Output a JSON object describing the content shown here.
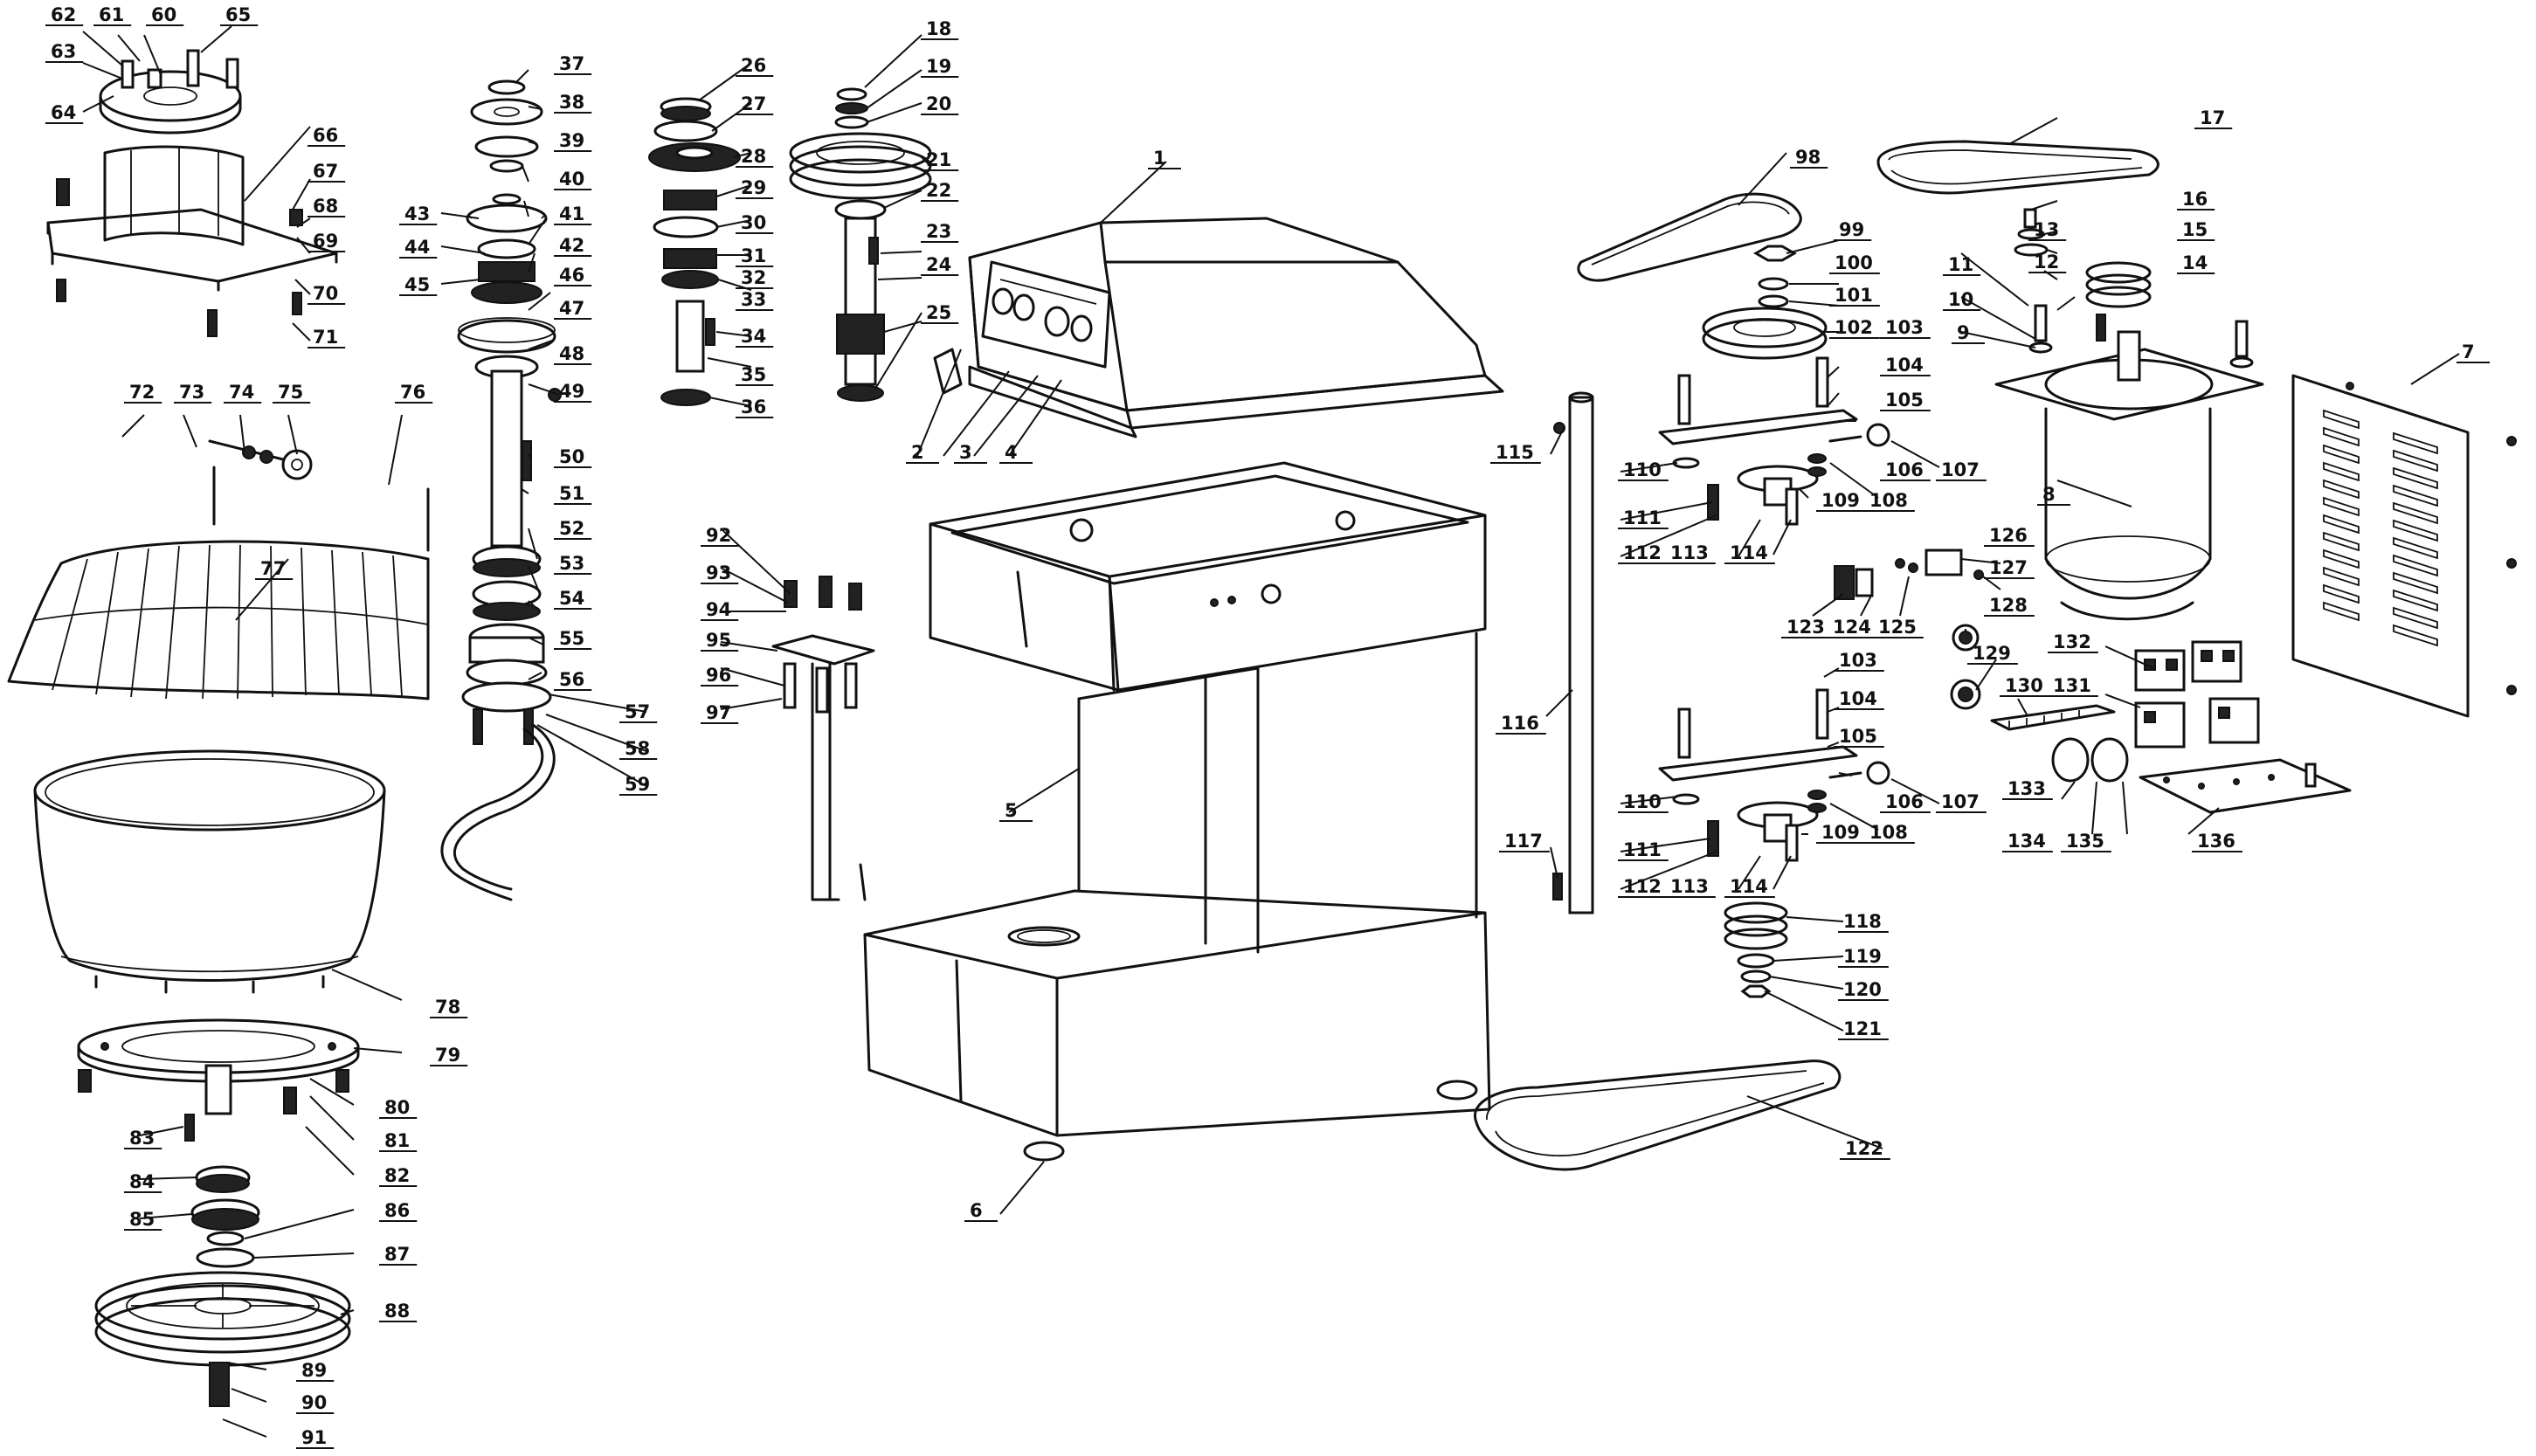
{
  "labels": {
    "n1": "1",
    "n2": "2",
    "n3": "3",
    "n4": "4",
    "n5": "5",
    "n6": "6",
    "n7": "7",
    "n8": "8",
    "n9": "9",
    "n10": "10",
    "n11": "11",
    "n12": "12",
    "n13": "13",
    "n14": "14",
    "n15": "15",
    "n16": "16",
    "n17": "17",
    "n18": "18",
    "n19": "19",
    "n20": "20",
    "n21": "21",
    "n22": "22",
    "n23": "23",
    "n24": "24",
    "n25": "25",
    "n26": "26",
    "n27": "27",
    "n28": "28",
    "n29": "29",
    "n30": "30",
    "n31": "31",
    "n32": "32",
    "n33": "33",
    "n34": "34",
    "n35": "35",
    "n36": "36",
    "n37": "37",
    "n38": "38",
    "n39": "39",
    "n40": "40",
    "n41": "41",
    "n42": "42",
    "n43": "43",
    "n44": "44",
    "n45": "45",
    "n46": "46",
    "n47": "47",
    "n48": "48",
    "n49": "49",
    "n50": "50",
    "n51": "51",
    "n52": "52",
    "n53": "53",
    "n54": "54",
    "n55": "55",
    "n56": "56",
    "n57": "57",
    "n58": "58",
    "n59": "59",
    "n60": "60",
    "n61": "61",
    "n62": "62",
    "n63": "63",
    "n64": "64",
    "n65": "65",
    "n66": "66",
    "n67": "67",
    "n68": "68",
    "n69": "69",
    "n70": "70",
    "n71": "71",
    "n72": "72",
    "n73": "73",
    "n74": "74",
    "n75": "75",
    "n76": "76",
    "n77": "77",
    "n78": "78",
    "n79": "79",
    "n80": "80",
    "n81": "81",
    "n82": "82",
    "n83": "83",
    "n84": "84",
    "n85": "85",
    "n86": "86",
    "n87": "87",
    "n88": "88",
    "n89": "89",
    "n90": "90",
    "n91": "91",
    "n92": "92",
    "n93": "93",
    "n94": "94",
    "n95": "95",
    "n96": "96",
    "n97": "97",
    "n98": "98",
    "n99": "99",
    "n100": "100",
    "n101": "101",
    "n102": "102",
    "n103": "103",
    "n104": "104",
    "n105": "105",
    "n106": "106",
    "n107": "107",
    "n108": "108",
    "n109": "109",
    "n110": "110",
    "n111": "111",
    "n112": "112",
    "n113": "113",
    "n114": "114",
    "n115": "115",
    "n116": "116",
    "n117": "117",
    "n118": "118",
    "n119": "119",
    "n120": "120",
    "n121": "121",
    "n122": "122",
    "n123": "123",
    "n124": "124",
    "n125": "125",
    "n126": "126",
    "n127": "127",
    "n128": "128",
    "n129": "129",
    "n130": "130",
    "n131": "131",
    "n132": "132",
    "n133": "133",
    "n134": "134",
    "n135": "135",
    "n136": "136",
    "n103b": "103",
    "n104b": "104",
    "n105b": "105",
    "n106b": "106",
    "n107b": "107",
    "n108b": "108",
    "n109b": "109",
    "n110b": "110",
    "n111b": "111",
    "n112b": "112",
    "n113b": "113",
    "n114b": "114"
  },
  "colors": {
    "ink": "#111111",
    "paper": "#ffffff"
  }
}
